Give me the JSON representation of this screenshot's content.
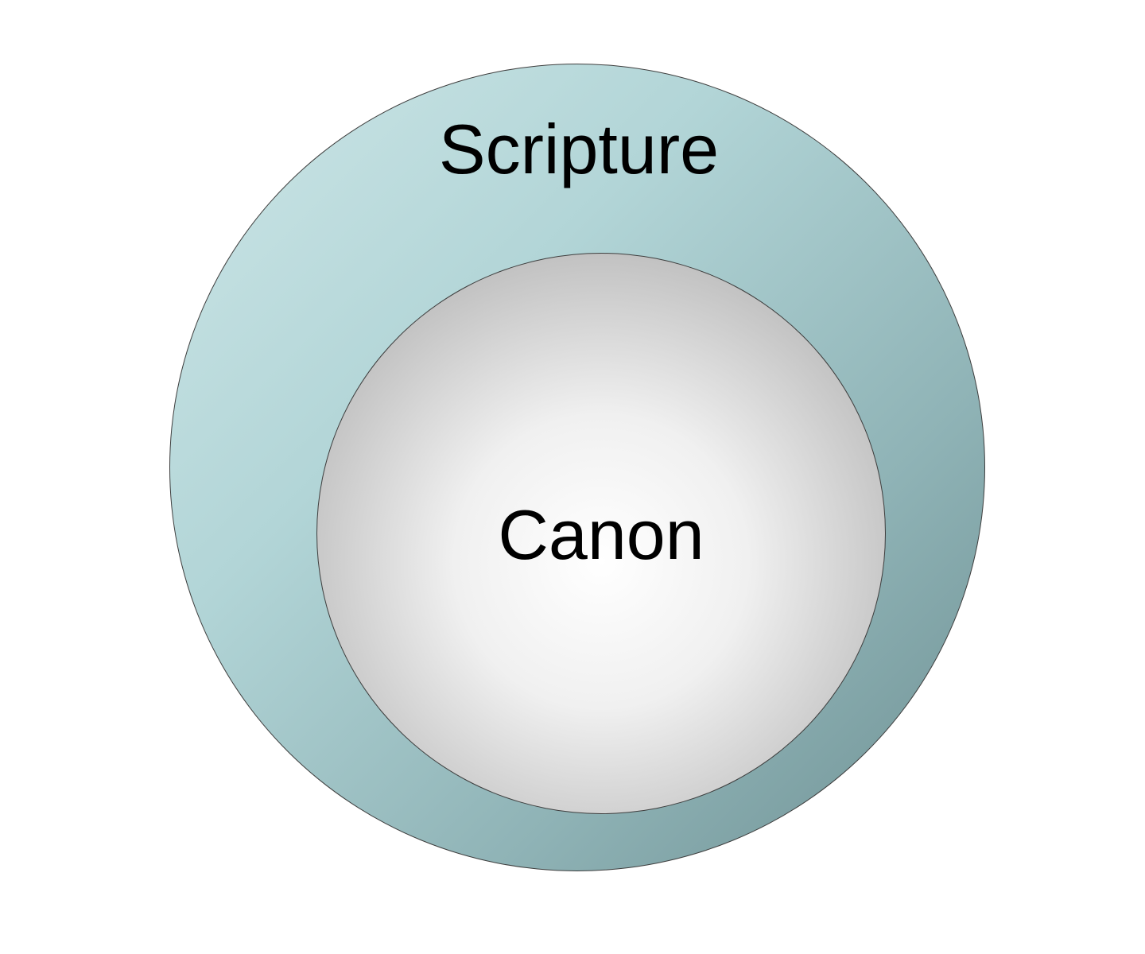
{
  "diagram": {
    "type": "nested-circles",
    "outer_set": {
      "label": "Scripture"
    },
    "inner_set": {
      "label": "Canon"
    }
  },
  "colors": {
    "background": "#ffffff",
    "outer_fill_light": "#cde6e7",
    "outer_fill_dark": "#6e9093",
    "inner_fill_center": "#ffffff",
    "inner_fill_edge": "#a2a2a2",
    "stroke": "#3e3e3e",
    "text": "#000000"
  }
}
